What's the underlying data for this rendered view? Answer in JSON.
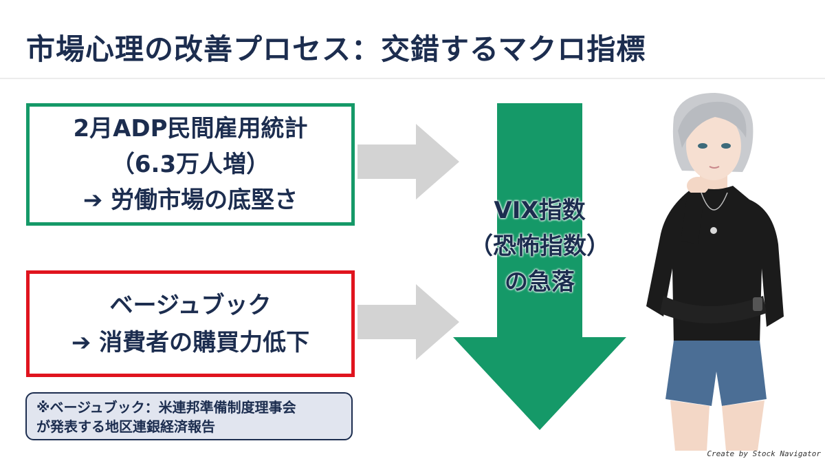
{
  "title": "市場心理の改善プロセス：交錯するマクロ指標",
  "box_employment": {
    "line1": "2月ADP民間雇用統計",
    "line2": "（6.3万人増）",
    "line3": "➔ 労働市場の底堅さ"
  },
  "box_beige": {
    "line1": "ベージュブック",
    "line2": "➔ 消費者の購買力低下"
  },
  "note": {
    "line1": "※ベージュブック：米連邦準備制度理事会",
    "line2": "が発表する地区連銀経済報告"
  },
  "vix": {
    "line1": "VIX指数",
    "line2": "（恐怖指数）",
    "line3": "の急落"
  },
  "credit": "Create by Stock Navigator",
  "colors": {
    "title_navy": "#1c2d4f",
    "green": "#159968",
    "red": "#e0141e",
    "gray_arrow": "#d3d3d3",
    "note_bg": "#e1e5ef"
  }
}
